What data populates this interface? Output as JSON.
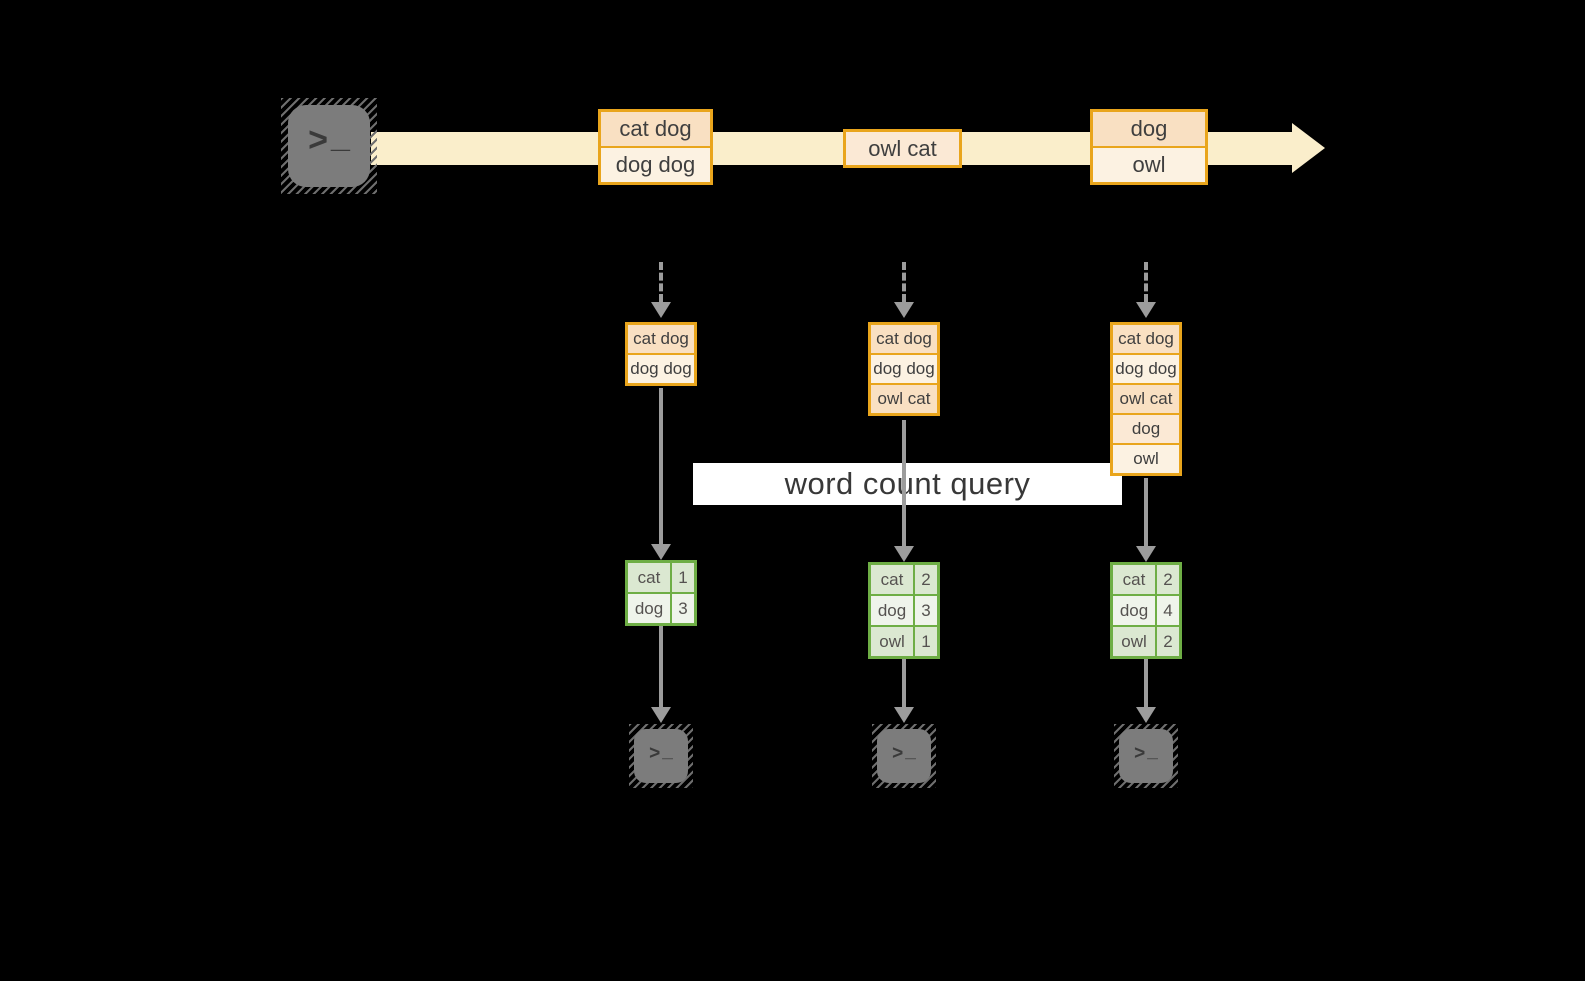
{
  "title": "word count query streaming diagram",
  "colors": {
    "band": "#FAEECB",
    "amber": "#E9A51C",
    "peach": "#F9E0C2",
    "peachLight": "#FBE9D5",
    "cream": "#FCF2E2",
    "green": "#6EAE45",
    "greenFill": "#DBE8D1",
    "greenFillLight": "#EFF4EB",
    "gray": "#9C9C9C",
    "termGray": "#7C7C7C",
    "termGlyph": "#3A3A3A",
    "textDark": "#3F3F3F",
    "labelBg": "#FFFFFF",
    "labelText": "#383838"
  },
  "source_terminal": {
    "icon": "terminal-icon",
    "prompt": ">",
    "cursor": "_"
  },
  "timeline": {
    "events": [
      {
        "rows": [
          {
            "text": "cat dog",
            "fill": "peach"
          },
          {
            "text": "dog dog",
            "fill": "cream"
          }
        ]
      },
      {
        "rows": [
          {
            "text": "owl cat",
            "fill": "peachLight"
          }
        ]
      },
      {
        "rows": [
          {
            "text": "dog",
            "fill": "peach"
          },
          {
            "text": "owl",
            "fill": "cream"
          }
        ]
      }
    ]
  },
  "query": {
    "label": "word count query"
  },
  "columns": [
    {
      "stack": {
        "rows": [
          {
            "text": "cat dog",
            "fill": "peach"
          },
          {
            "text": "dog dog",
            "fill": "cream"
          }
        ]
      },
      "counts": {
        "rows": [
          {
            "word": "cat",
            "count": "1",
            "fill": "greenFill"
          },
          {
            "word": "dog",
            "count": "3",
            "fill": "greenFillLight"
          }
        ]
      },
      "terminal": {
        "icon": "terminal-icon",
        "prompt": ">",
        "cursor": "_"
      }
    },
    {
      "stack": {
        "rows": [
          {
            "text": "cat dog",
            "fill": "peach"
          },
          {
            "text": "dog dog",
            "fill": "cream"
          },
          {
            "text": "owl cat",
            "fill": "peach"
          }
        ]
      },
      "counts": {
        "rows": [
          {
            "word": "cat",
            "count": "2",
            "fill": "greenFill"
          },
          {
            "word": "dog",
            "count": "3",
            "fill": "greenFillLight"
          },
          {
            "word": "owl",
            "count": "1",
            "fill": "greenFill"
          }
        ]
      },
      "terminal": {
        "icon": "terminal-icon",
        "prompt": ">",
        "cursor": "_"
      }
    },
    {
      "stack": {
        "rows": [
          {
            "text": "cat dog",
            "fill": "peach"
          },
          {
            "text": "dog dog",
            "fill": "cream"
          },
          {
            "text": "owl cat",
            "fill": "peach"
          },
          {
            "text": "dog",
            "fill": "peachLight"
          },
          {
            "text": "owl",
            "fill": "cream"
          }
        ]
      },
      "counts": {
        "rows": [
          {
            "word": "cat",
            "count": "2",
            "fill": "greenFill"
          },
          {
            "word": "dog",
            "count": "4",
            "fill": "greenFillLight"
          },
          {
            "word": "owl",
            "count": "2",
            "fill": "greenFill"
          }
        ]
      },
      "terminal": {
        "icon": "terminal-icon",
        "prompt": ">",
        "cursor": "_"
      }
    }
  ]
}
